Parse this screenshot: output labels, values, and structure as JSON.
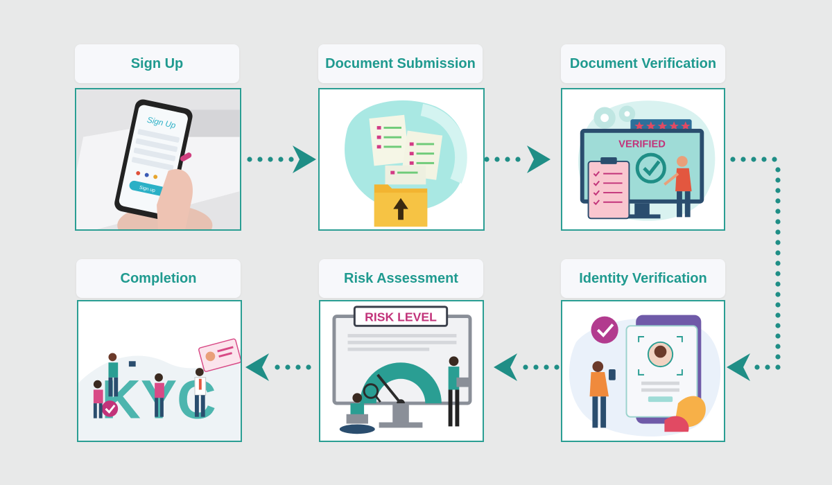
{
  "steps": [
    {
      "label": "Sign Up",
      "screen_title": "Sign Up",
      "button_text": "Sign up"
    },
    {
      "label": "Document Submission"
    },
    {
      "label": "Document Verification",
      "banner": "VERIFIED"
    },
    {
      "label": "Completion",
      "letters": "KYC"
    },
    {
      "label": "Risk Assessment",
      "banner": "RISK LEVEL"
    },
    {
      "label": "Identity Verification"
    }
  ],
  "colors": {
    "teal": "#2a9e93",
    "label_text": "#1f9a8f",
    "magenta": "#c2337a",
    "background": "#e8e9e9"
  }
}
